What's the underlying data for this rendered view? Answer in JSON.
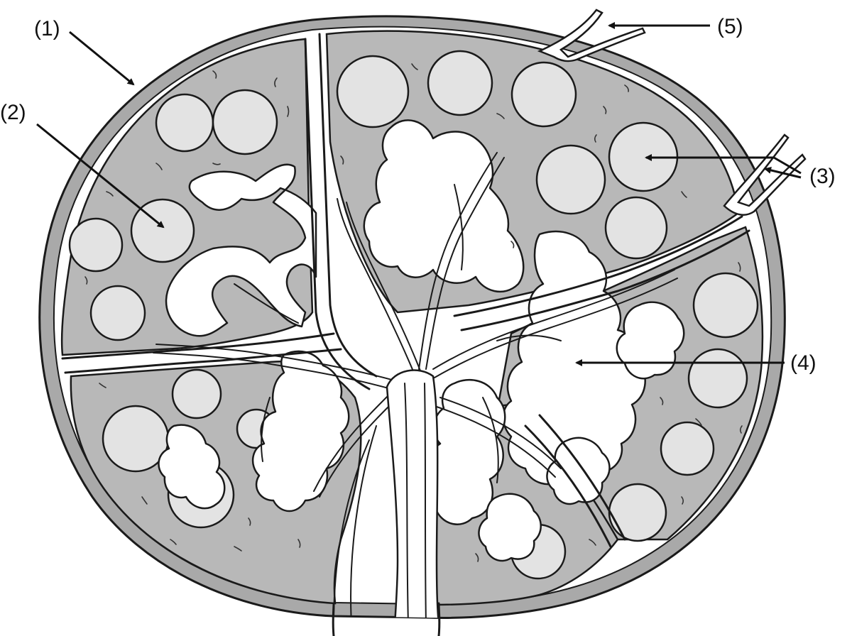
{
  "labels": {
    "l1": "(1)",
    "l2": "(2)",
    "l3": "(3)",
    "l4": "(4)",
    "l5": "(5)"
  },
  "colors": {
    "capsule_gray": "#a9a9a9",
    "cortex_gray": "#b8b8b8",
    "nodule_fill": "#e3e3e3",
    "sinus_white": "#ffffff",
    "ink": "#1a1a1a"
  }
}
